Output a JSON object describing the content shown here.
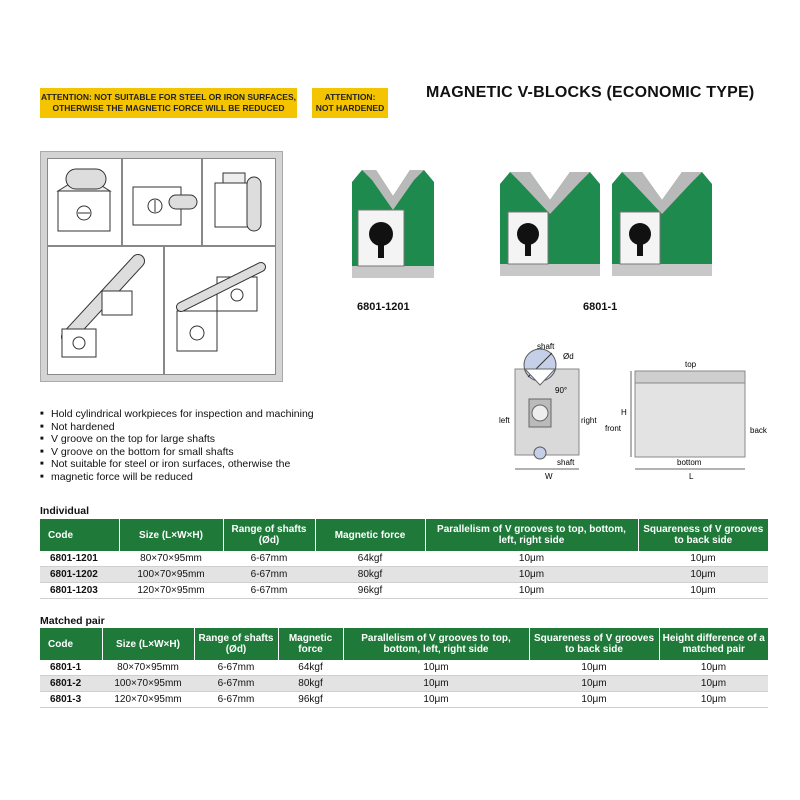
{
  "attention": {
    "steel": [
      "ATTENTION: NOT SUITABLE FOR STEEL OR IRON SURFACES,",
      "OTHERWISE THE MAGNETIC FORCE WILL BE REDUCED"
    ],
    "hardened": [
      "ATTENTION:",
      "NOT HARDENED"
    ]
  },
  "title": "MAGNETIC V-BLOCKS (ECONOMIC TYPE)",
  "products": [
    {
      "label": "6801-1201"
    },
    {
      "label": "6801-1"
    }
  ],
  "diagram": {
    "shaft_top": "shaft",
    "diameter": "Ød",
    "angle": "90°",
    "left": "left",
    "right": "right",
    "shaft_bottom": "shaft",
    "width": "W",
    "height": "H",
    "top": "top",
    "front": "front",
    "back": "back",
    "bottom": "bottom",
    "length": "L"
  },
  "features": [
    "Hold cylindrical workpieces for inspection and machining",
    "Not hardened",
    "V groove on the top for large shafts",
    "V groove on the bottom for small shafts",
    "Not suitable for steel or iron surfaces, otherwise the",
    "magnetic force will be reduced"
  ],
  "individual": {
    "title": "Individual",
    "headers": [
      "Code",
      "Size (L×W×H)",
      "Range of shafts (Ød)",
      "Magnetic force",
      "Parallelism of V grooves to top, bottom, left, right side",
      "Squareness of V grooves to back side"
    ],
    "rows": [
      [
        "6801-1201",
        "80×70×95mm",
        "6-67mm",
        "64kgf",
        "10μm",
        "10μm"
      ],
      [
        "6801-1202",
        "100×70×95mm",
        "6-67mm",
        "80kgf",
        "10μm",
        "10μm"
      ],
      [
        "6801-1203",
        "120×70×95mm",
        "6-67mm",
        "96kgf",
        "10μm",
        "10μm"
      ]
    ]
  },
  "matched": {
    "title": "Matched pair",
    "headers": [
      "Code",
      "Size (L×W×H)",
      "Range of shafts (Ød)",
      "Magnetic force",
      "Parallelism of V grooves to top, bottom, left, right side",
      "Squareness of V grooves to back side",
      "Height difference of a matched pair"
    ],
    "rows": [
      [
        "6801-1",
        "80×70×95mm",
        "6-67mm",
        "64kgf",
        "10μm",
        "10μm",
        "10μm"
      ],
      [
        "6801-2",
        "100×70×95mm",
        "6-67mm",
        "80kgf",
        "10μm",
        "10μm",
        "10μm"
      ],
      [
        "6801-3",
        "120×70×95mm",
        "6-67mm",
        "96kgf",
        "10μm",
        "10μm",
        "10μm"
      ]
    ]
  },
  "colors": {
    "accent": "#1f7a3a",
    "block_green": "#1e8a4e",
    "warning": "#f5c400"
  }
}
